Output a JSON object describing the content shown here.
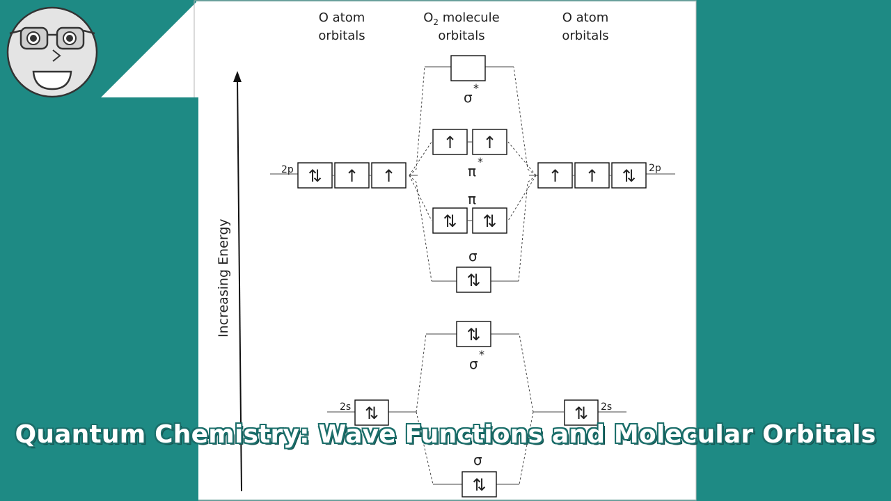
{
  "banner": {
    "title": "Quantum Chemistry: Wave Functions and Molecular Orbitals"
  },
  "colors": {
    "teal": "#1e8a84",
    "paper": "#ffffff",
    "ink": "#222222"
  },
  "diagram": {
    "headers": {
      "left_line1": "O atom",
      "left_line2": "orbitals",
      "center_line1_prefix": "O",
      "center_line1_sub": "2",
      "center_line1_rest": " molecule",
      "center_line2": "orbitals",
      "right_line1": "O atom",
      "right_line2": "orbitals"
    },
    "axis_label": "Increasing Energy",
    "atom_levels": {
      "left_2p": "2p",
      "right_2p": "2p",
      "left_2s": "2s",
      "right_2s": "2s"
    },
    "mo_labels": {
      "sigma_star_2p": "σ",
      "pi_star": "π",
      "pi": "π",
      "sigma_2p": "σ",
      "sigma_star_2s": "σ",
      "sigma_2s": "σ",
      "star": "*"
    },
    "glyphs": {
      "up": "↑",
      "pair": "⇅"
    },
    "occupancy": {
      "left_2p": [
        "pair",
        "up",
        "up"
      ],
      "right_2p": [
        "up",
        "up",
        "pair"
      ],
      "sigma_star_2p": [
        ""
      ],
      "pi_star": [
        "up",
        "up"
      ],
      "pi": [
        "pair",
        "pair"
      ],
      "sigma_2p": [
        "pair"
      ],
      "sigma_star_2s": [
        "pair"
      ],
      "left_2s": [
        "pair"
      ],
      "right_2s": [
        "pair"
      ],
      "sigma_2s": [
        "pair"
      ]
    }
  },
  "avatar": {
    "name": "mascot-face"
  }
}
